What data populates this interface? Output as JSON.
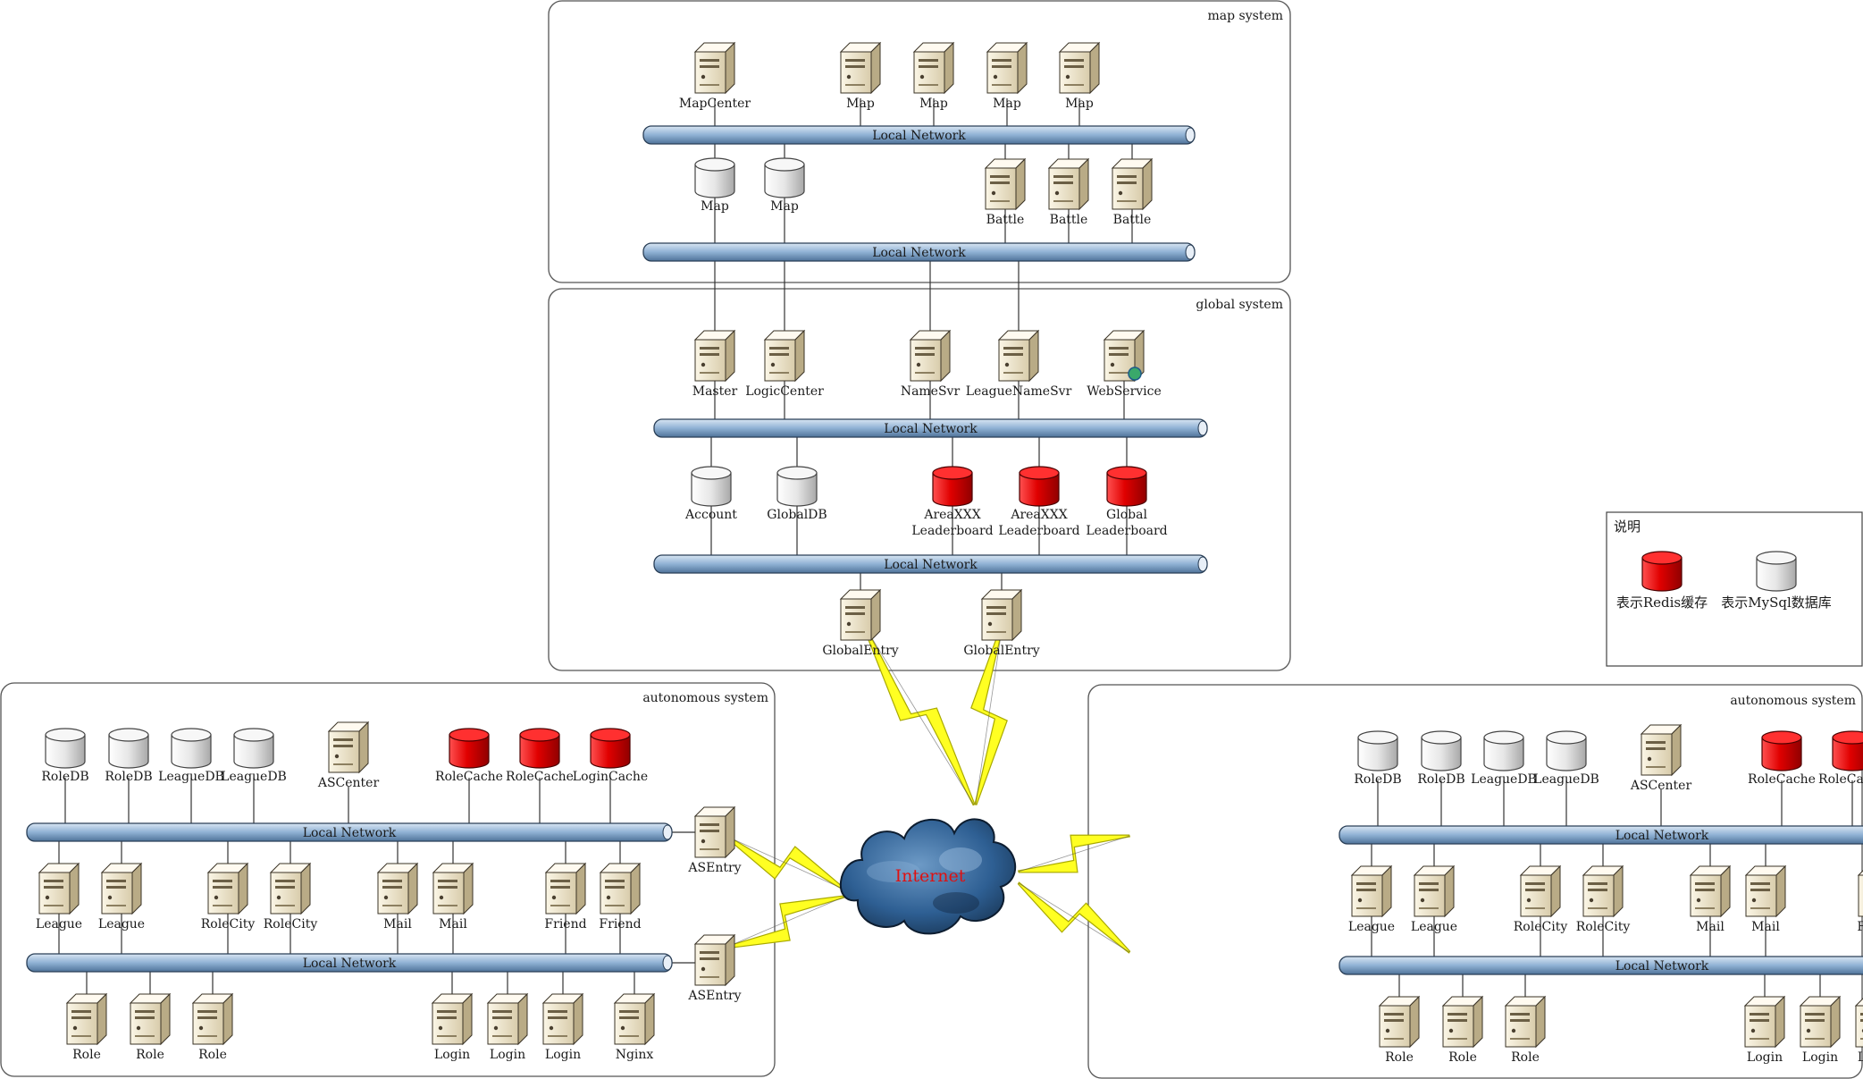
{
  "colors": {
    "redis": "#e00000",
    "mysql": "#e8e8e8",
    "bus": "#8fb1d4",
    "server": "#eee4c8",
    "cloud": "#2e5f93",
    "lightning": "#ffff22",
    "internet_text": "#e01010"
  },
  "labels": {
    "local_network": "Local Network",
    "internet": "Internet",
    "map_system": "map system",
    "global_system": "global system",
    "autonomous_system": "autonomous system"
  },
  "legend": {
    "title": "说明",
    "redis": "表示Redis缓存",
    "mysql": "表示MySql数据库"
  },
  "map_system": {
    "top_servers": [
      "MapCenter",
      "Map",
      "Map",
      "Map",
      "Map"
    ],
    "dbs": [
      "Map",
      "Map"
    ],
    "battle_servers": [
      "Battle",
      "Battle",
      "Battle"
    ]
  },
  "global_system": {
    "servers": [
      "Master",
      "LogicCenter",
      "NameSvr",
      "LeagueNameSvr",
      "WebService"
    ],
    "dbs": [
      "Account",
      "GlobalDB"
    ],
    "caches": [
      [
        "AreaXXX",
        "Leaderboard"
      ],
      [
        "AreaXXX",
        "Leaderboard"
      ],
      [
        "Global",
        "Leaderboard"
      ]
    ],
    "entries": [
      "GlobalEntry",
      "GlobalEntry"
    ]
  },
  "autonomous_system": {
    "dbs": [
      "RoleDB",
      "RoleDB",
      "LeagueDB",
      "LeagueDB"
    ],
    "center": "ASCenter",
    "caches": [
      "RoleCache",
      "RoleCache",
      "LoginCache"
    ],
    "mid_servers": [
      "League",
      "League",
      "RoleCity",
      "RoleCity",
      "Mail",
      "Mail",
      "Friend",
      "Friend"
    ],
    "bottom_servers": [
      "Role",
      "Role",
      "Role",
      "Login",
      "Login",
      "Login",
      "Nginx"
    ],
    "entries": [
      "ASEntry",
      "ASEntry"
    ]
  }
}
